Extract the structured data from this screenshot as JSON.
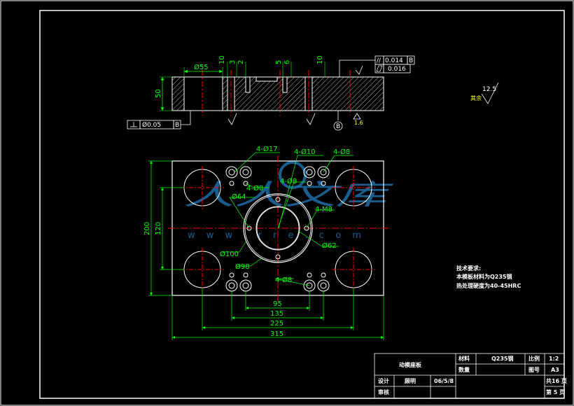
{
  "title_block": {
    "drawing_name": "动模座板",
    "material_label": "材料",
    "material_value": "Q235钢",
    "scale_label": "比例",
    "scale_value": "1:2",
    "qty_label": "数量",
    "drawing_no_label": "图号",
    "drawing_no_value": "A3",
    "design_label": "设计",
    "designer": "顾明",
    "date": "06/5/8",
    "review_label": "审核",
    "total_sheets": "共16 页",
    "sheet_no": "第 5 页"
  },
  "tech_requirements": {
    "heading": "技术要求:",
    "line1": "本模板材料为Q235钢",
    "line2": "热处理硬度为40-45HRC"
  },
  "section_view": {
    "dim_phi55": "Ø55",
    "dim_10a": "10",
    "dim_3": "3",
    "dim_2": "2",
    "dim_5": "5",
    "dim_6": "6",
    "dim_10b": "10",
    "dim_50": "50",
    "parallel_tol": "0.014",
    "parallel_ref": "B",
    "flatness_tol": "0.016",
    "perp_tol": "Ø0.05",
    "perp_ref": "B",
    "datum": "B",
    "surface_mark": "1.6",
    "rest_roughness_label": "其余",
    "rest_roughness_value": "12.5"
  },
  "plan_view": {
    "lbl_4phi17": "4-Ø17",
    "lbl_4phi10": "4-Ø10",
    "lbl_4phi8_top": "4-Ø8",
    "lbl_4phi8_a": "4-Ø8",
    "lbl_4phi8_b": "4-Ø8",
    "lbl_phi64": "Ø64",
    "lbl_4m8": "4-M8",
    "lbl_phi62": "Ø62",
    "lbl_phi100": "Ø100",
    "lbl_phi98": "Ø98",
    "lbl_4phi8_bottom": "4-Ø8",
    "dim_95": "95",
    "dim_135": "135",
    "dim_225": "225",
    "dim_315": "315",
    "dim_200": "200",
    "dim_120": "120"
  },
  "watermark": {
    "text": "人人文库",
    "url": "w w w . r r e . c o m"
  },
  "colors": {
    "outline": "#ffffff",
    "dimension": "#00ff00",
    "centerline": "#ff0000",
    "hatch": "#ffffff",
    "watermark": "#1f6fa8"
  }
}
